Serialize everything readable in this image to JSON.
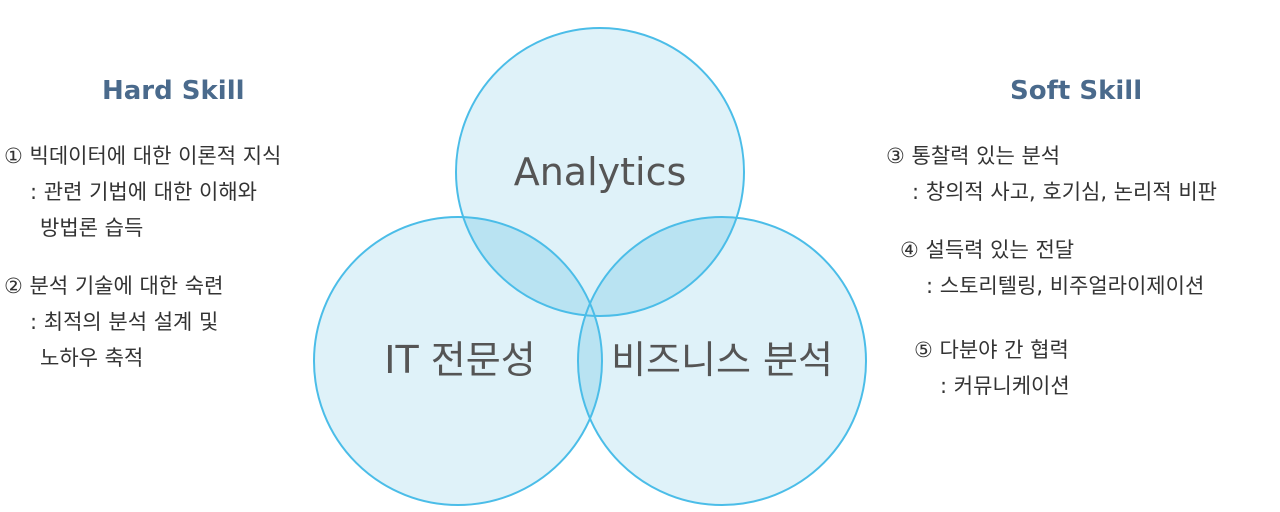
{
  "hard": {
    "title": "Hard Skill",
    "items": [
      {
        "line1": "① 빅데이터에 대한 이론적 지식",
        "line2": ": 관련 기법에 대한 이해와",
        "line3": "방법론 습득"
      },
      {
        "line1": "② 분석 기술에 대한 숙련",
        "line2": ": 최적의 분석 설계 및",
        "line3": "노하우 축적"
      }
    ]
  },
  "soft": {
    "title": "Soft Skill",
    "items": [
      {
        "line1": "③ 통찰력 있는 분석",
        "line2": ": 창의적 사고, 호기심, 논리적 비판"
      },
      {
        "line1": "④ 설득력 있는 전달",
        "line2": ": 스토리텔링, 비주얼라이제이션"
      },
      {
        "line1": "⑤ 다분야 간 협력",
        "line2": ": 커뮤니케이션"
      }
    ]
  },
  "venn": {
    "top": "Analytics",
    "left": "IT 전문성",
    "right": "비즈니스 분석",
    "stroke_color": "#4bbde8",
    "fill_color": "#dff2f9",
    "overlap_color": "#b9e3f2"
  }
}
